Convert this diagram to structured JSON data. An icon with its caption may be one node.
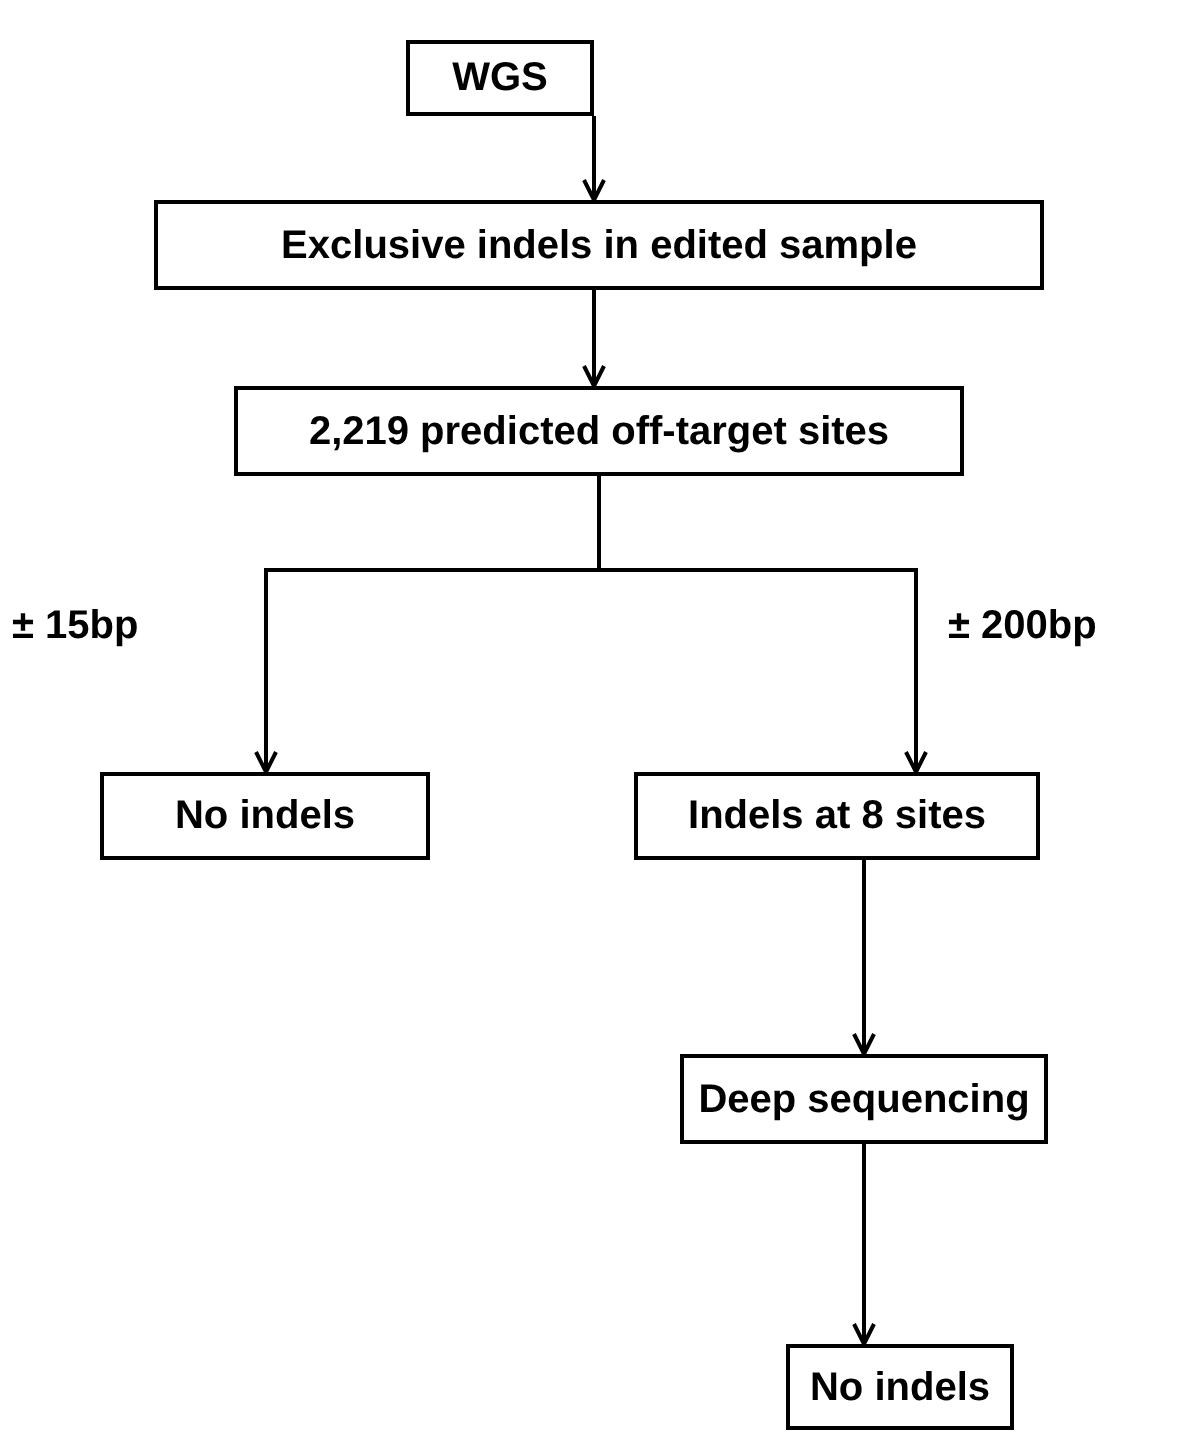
{
  "diagram": {
    "nodes": [
      {
        "text": [
          "WGS"
        ]
      },
      {
        "text": [
          "Exclusive indels in edited sample"
        ]
      },
      {
        "text": [
          "2,219 predicted off-target sites"
        ]
      },
      {
        "text": [
          "No indels"
        ]
      },
      {
        "text": [
          "Indels at 8 sites"
        ]
      },
      {
        "text": [
          "Deep sequencing"
        ]
      },
      {
        "text": [
          "No indels"
        ]
      }
    ],
    "edges": [
      {
        "from": 0,
        "to": 1,
        "arrow": "to"
      },
      {
        "from": 1,
        "to": 2,
        "arrow": "to"
      },
      {
        "from": 2,
        "to": 3,
        "arrow": "to",
        "label": "± 15bp"
      },
      {
        "from": 2,
        "to": 4,
        "arrow": "to",
        "label": "± 200bp"
      },
      {
        "from": 4,
        "to": 5,
        "arrow": "to"
      },
      {
        "from": 5,
        "to": 6,
        "arrow": "to"
      }
    ]
  }
}
